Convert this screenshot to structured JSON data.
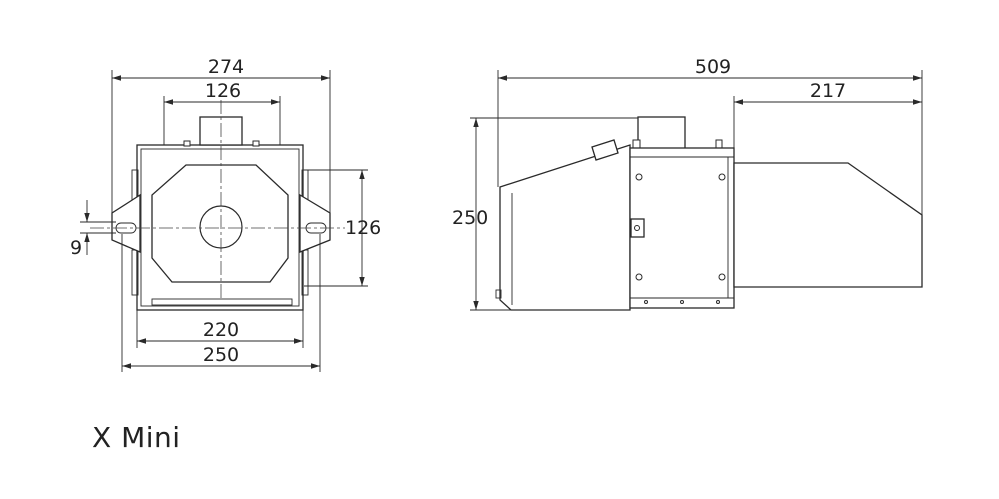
{
  "dimensions": {
    "front_width_overall": "274",
    "front_flue_width": "126",
    "front_height_right": "126",
    "front_offset_left": "9",
    "front_bottom_inner": "220",
    "front_bottom_outer": "250",
    "side_length_overall": "509",
    "side_tube_length": "217",
    "side_height": "250"
  },
  "model": {
    "name": "X Mini"
  },
  "colors": {
    "line": "#2a2a2a",
    "text": "#222222",
    "background": "#ffffff"
  }
}
